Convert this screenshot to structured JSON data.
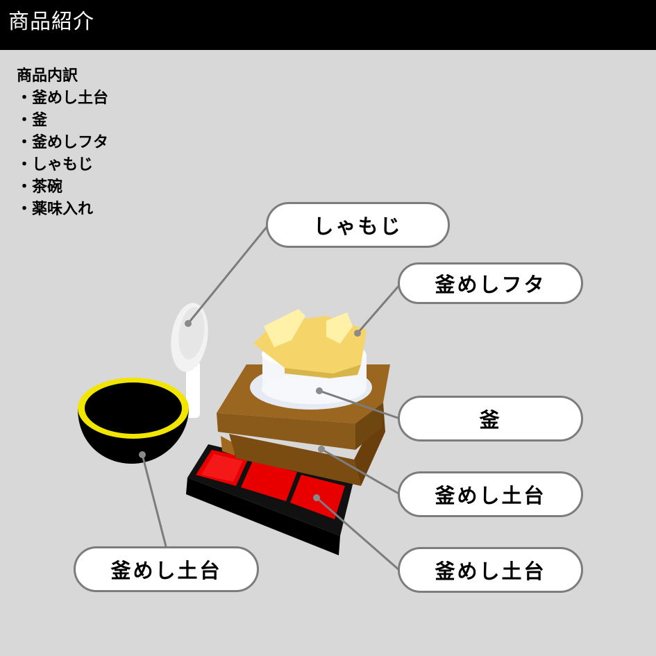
{
  "header": {
    "title": "商品紹介"
  },
  "contents": {
    "heading": "商品内訳",
    "items": [
      "釜めし土台",
      "釜",
      "釜めしフタ",
      "しゃもじ",
      "茶碗",
      "薬味入れ"
    ]
  },
  "callouts": {
    "shamoji": "しゃもじ",
    "lid": "釜めしフタ",
    "pot": "釜",
    "base": "釜めし土台",
    "bowl": "釜めし土台",
    "condiment": "釜めし土台"
  },
  "colors": {
    "background": "#d8d8d8",
    "header": "#000000",
    "lid": "#f5d56a",
    "pot": "#f2f4f8",
    "base": "#8a5a1a",
    "bowl_rim": "#f2e600",
    "condiment_tray": "#e80000"
  }
}
